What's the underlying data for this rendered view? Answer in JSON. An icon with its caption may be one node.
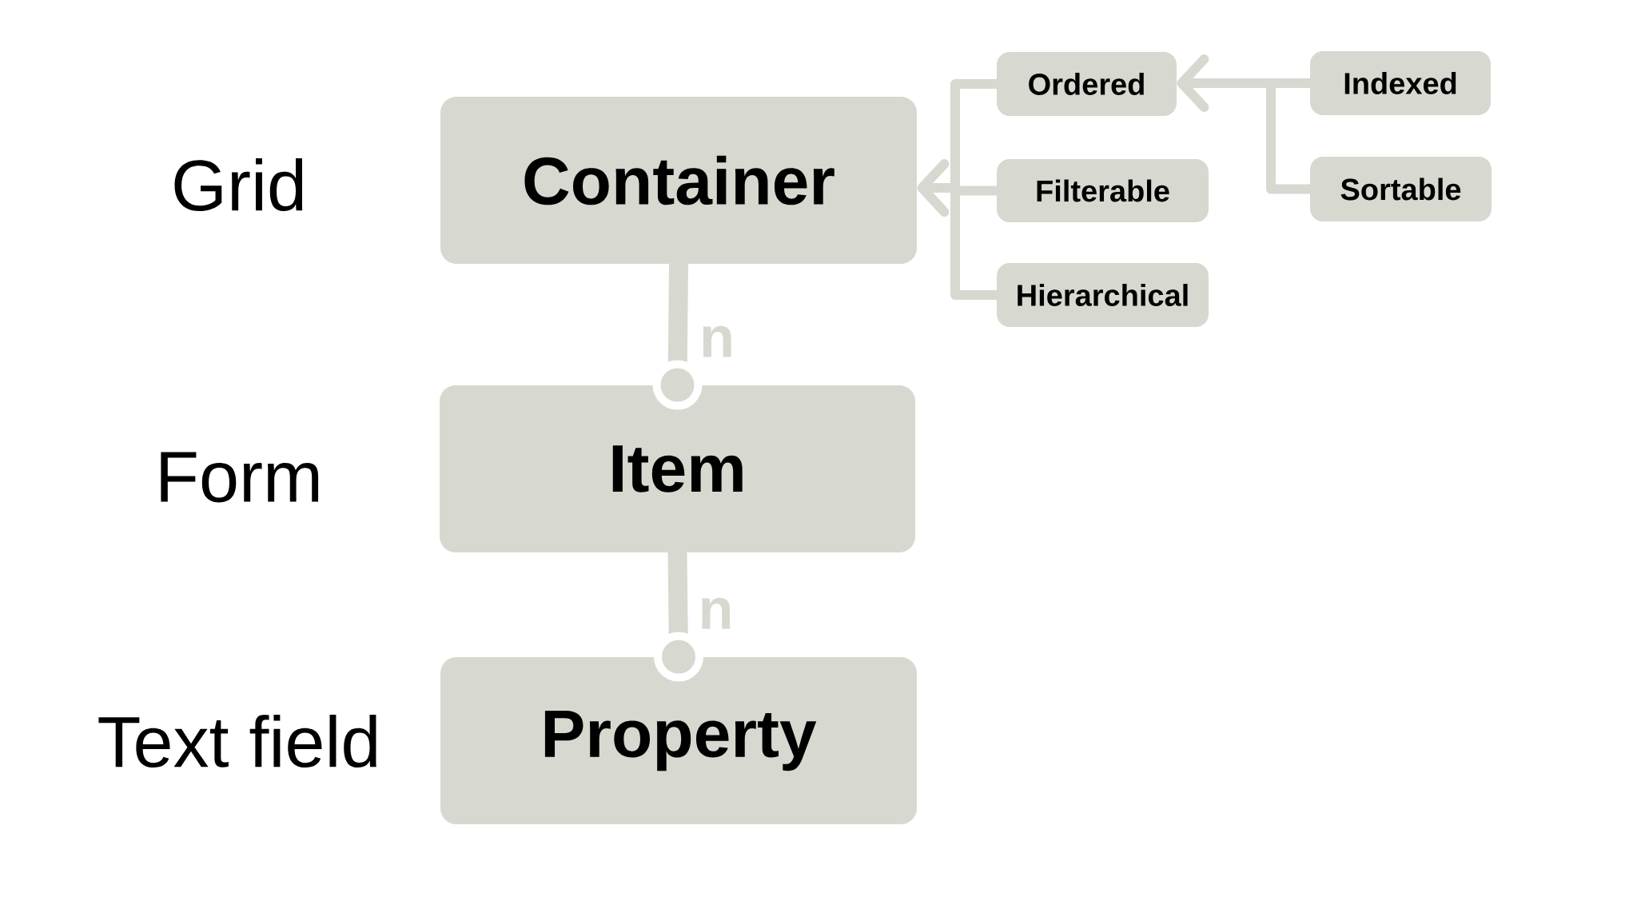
{
  "diagram": {
    "nodes": [
      {
        "text": [
          "Container"
        ]
      },
      {
        "text": [
          "Item"
        ]
      },
      {
        "text": [
          "Property"
        ]
      },
      {
        "text": [
          "Ordered"
        ]
      },
      {
        "text": [
          "Filterable"
        ]
      },
      {
        "text": [
          "Hierarchical"
        ]
      },
      {
        "text": [
          "Indexed"
        ]
      },
      {
        "text": [
          "Sortable"
        ]
      }
    ],
    "edges": [
      {
        "from": 3,
        "to": 0,
        "arrow": "to"
      },
      {
        "from": 4,
        "to": 0,
        "arrow": "to"
      },
      {
        "from": 5,
        "to": 0,
        "arrow": "to"
      },
      {
        "from": 6,
        "to": 3,
        "arrow": "to"
      },
      {
        "from": 7,
        "to": 3,
        "arrow": "to"
      },
      {
        "from": 0,
        "to": 1,
        "arrow": "other",
        "label": "n",
        "style": "thick"
      },
      {
        "from": 1,
        "to": 2,
        "arrow": "other",
        "label": "n",
        "style": "thick"
      }
    ],
    "labels": [
      "Grid",
      "Form",
      "Text field"
    ]
  }
}
